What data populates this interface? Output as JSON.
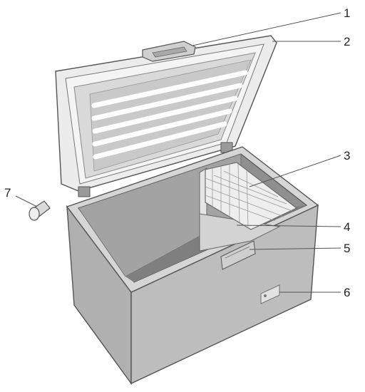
{
  "callouts": [
    {
      "id": 1,
      "label": "1"
    },
    {
      "id": 2,
      "label": "2"
    },
    {
      "id": 3,
      "label": "3"
    },
    {
      "id": 4,
      "label": "4"
    },
    {
      "id": 5,
      "label": "5"
    },
    {
      "id": 6,
      "label": "6"
    },
    {
      "id": 7,
      "label": "7"
    }
  ],
  "colors": {
    "cabinet": "#bdbdbd",
    "cabinet_dark": "#9a9a9a",
    "lid": "#ececec",
    "liner": "#8f8f8f",
    "outline": "#555555"
  },
  "icons": [
    "lid-handle",
    "freezer-lid",
    "wire-basket",
    "quick-freeze-compartment",
    "control-panel",
    "rating-plate",
    "drain-plug"
  ]
}
